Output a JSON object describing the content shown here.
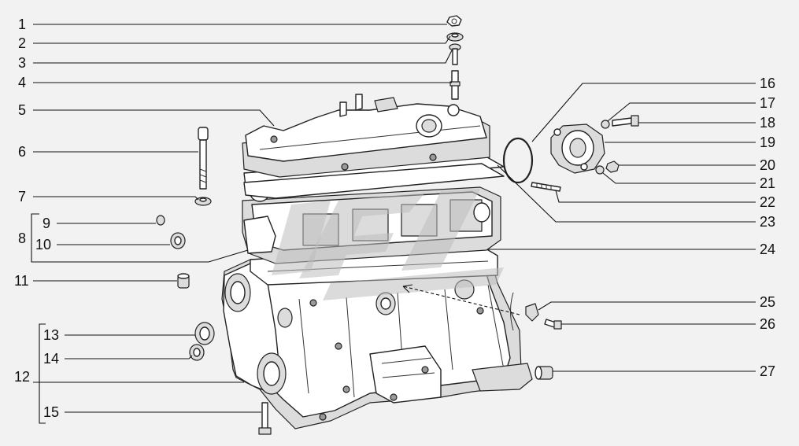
{
  "diagram": {
    "colors": {
      "background": "#f2f2f2",
      "line": "#111111",
      "part_fill": "#ffffff",
      "part_shade": "#dcdcdc",
      "watermark": "#bdbdbd"
    },
    "callouts_left": [
      "1",
      "2",
      "3",
      "4",
      "5",
      "6",
      "7",
      "8",
      "9",
      "10",
      "11",
      "12",
      "13",
      "14",
      "15"
    ],
    "callouts_right": [
      "16",
      "17",
      "18",
      "19",
      "20",
      "21",
      "22",
      "23",
      "24",
      "25",
      "26",
      "27"
    ]
  }
}
